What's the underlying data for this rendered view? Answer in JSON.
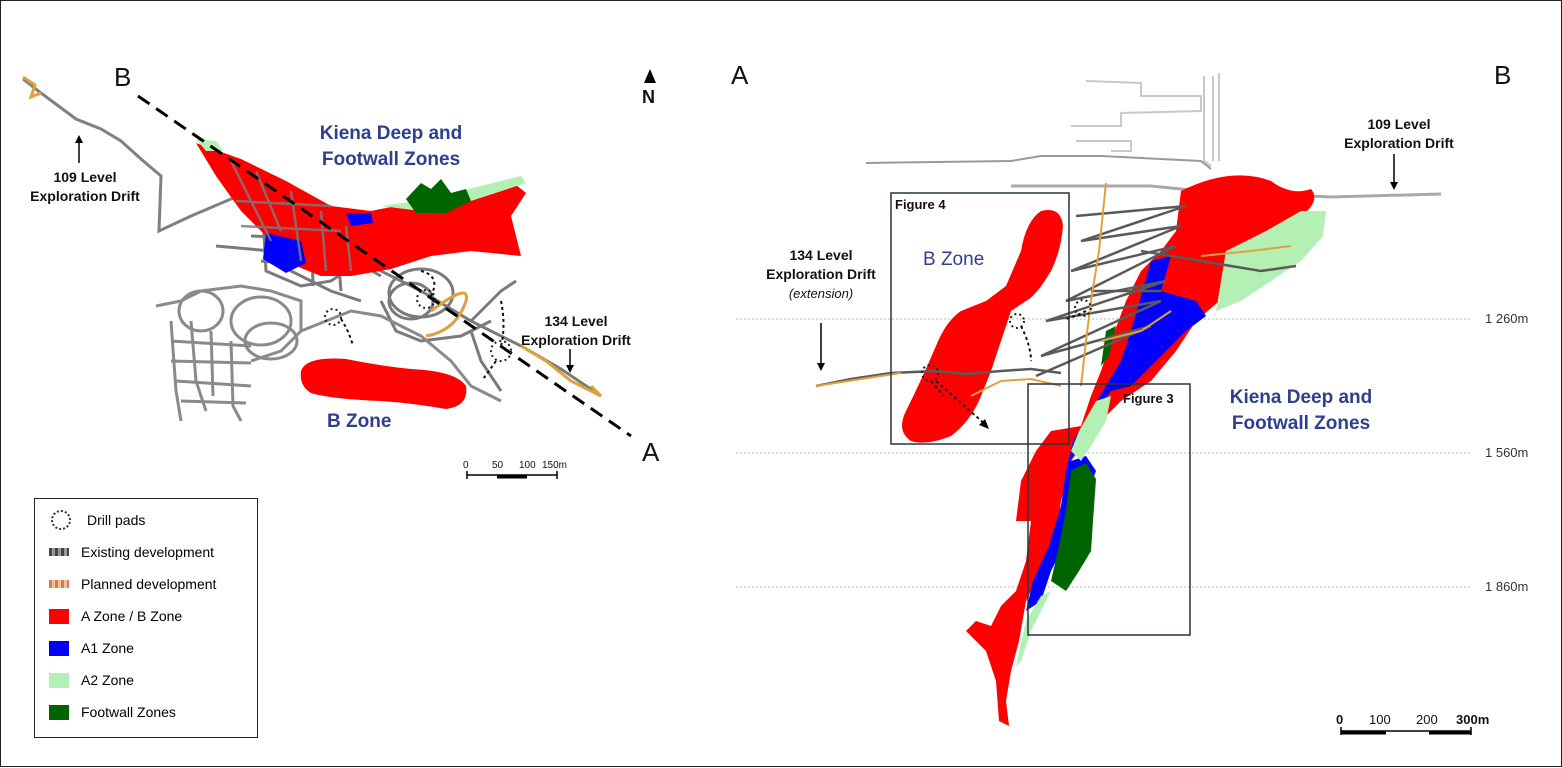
{
  "plan_view": {
    "north": "N",
    "section_start": "B",
    "section_end": "A",
    "kiena_label": [
      "Kiena Deep and",
      "Footwall Zones"
    ],
    "drift_109": [
      "109 Level",
      "Exploration Drift"
    ],
    "drift_134": [
      "134 Level",
      "Exploration Drift"
    ],
    "b_zone": "B Zone",
    "scale_labels": [
      "0",
      "50",
      "100",
      "150m"
    ]
  },
  "section_view": {
    "left_end": "A",
    "right_end": "B",
    "drift_109": [
      "109 Level",
      "Exploration Drift"
    ],
    "drift_134": [
      "134 Level",
      "Exploration Drift"
    ],
    "drift_134_note": "(extension)",
    "b_zone": "B Zone",
    "kiena_label": [
      "Kiena Deep and",
      "Footwall Zones"
    ],
    "figure_4": "Figure 4",
    "figure_3": "Figure 3",
    "elevations": [
      "1 260m",
      "1 560m",
      "1 860m"
    ],
    "scale_labels": [
      "0",
      "100",
      "200",
      "300m"
    ]
  },
  "legend": {
    "items": [
      {
        "label": "Drill pads",
        "icon": "dotted-circle-icon"
      },
      {
        "label": "Existing development",
        "color": "#555555"
      },
      {
        "label": "Planned development",
        "color": "#e8a070"
      },
      {
        "label": "A Zone / B Zone",
        "color": "#ff0000"
      },
      {
        "label": "A1 Zone",
        "color": "#0000ff"
      },
      {
        "label": "A2 Zone",
        "color": "#b4f0b4"
      },
      {
        "label": "Footwall Zones",
        "color": "#006400"
      }
    ]
  },
  "colors": {
    "zone_label": "#2f3f8f",
    "a_zone": "#ff0000",
    "a1_zone": "#0000ff",
    "a2_zone": "#b4f0b4",
    "footwall": "#006400",
    "existing_dev": "#707070",
    "planned_dev": "#e0a040"
  }
}
